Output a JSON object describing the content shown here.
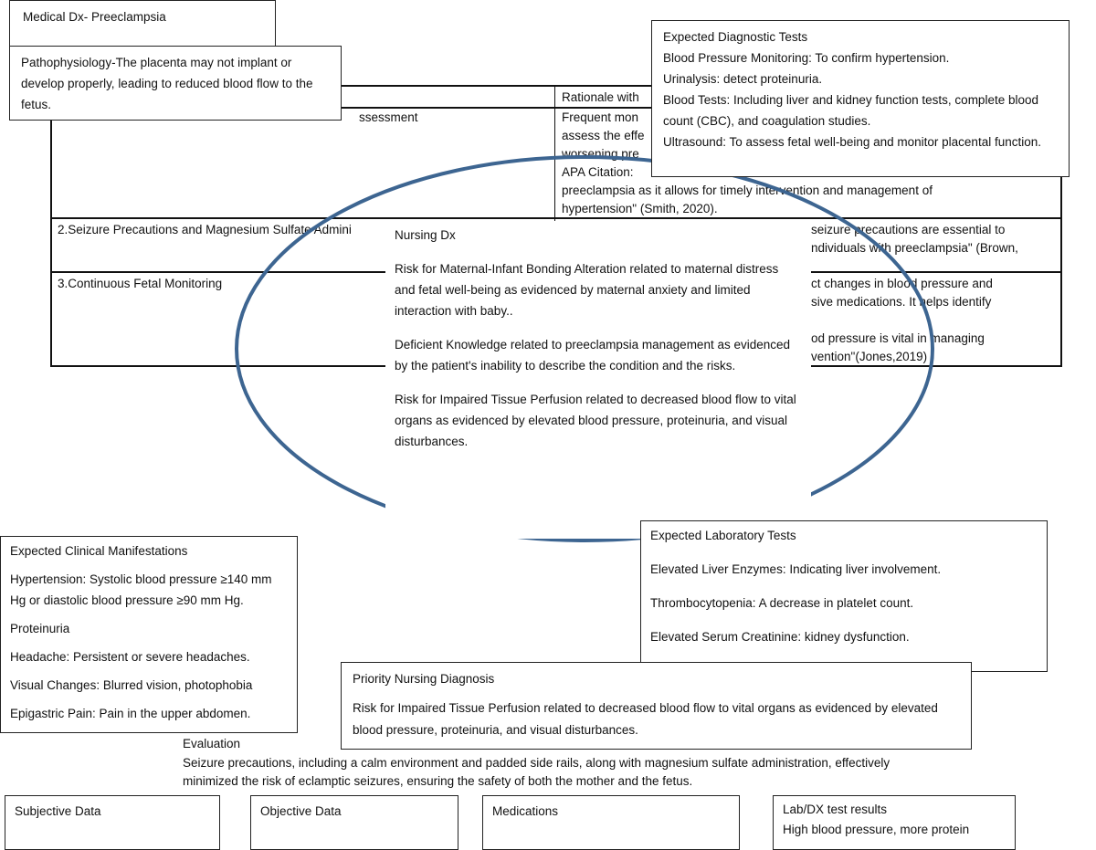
{
  "medical_dx": "Medical Dx- Preeclampsia",
  "pathophysiology": "Pathophysiology-The placenta may not implant or develop properly, leading to reduced blood flow to the fetus.",
  "table": {
    "header_rationale": "Rationale with",
    "row1_left": "ssessment",
    "row1_right": [
      "Frequent mon",
      "assess the effe",
      "worsening pre",
      "APA Citation:",
      "preeclampsia as it allows for timely intervention and management of",
      "hypertension\" (Smith, 2020)."
    ],
    "row2_left": "2.Seizure Precautions and Magnesium Sulfate Admini",
    "row2_right": [
      "seizure precautions are essential to",
      "ndividuals with preeclampsia\" (Brown,"
    ],
    "row3_left": "3.Continuous Fetal Monitoring",
    "row3_right": [
      "ct changes in blood pressure and",
      "sive medications. It helps identify",
      "",
      "od pressure is vital in managing",
      "vention\"(Jones,2019)"
    ]
  },
  "diagnostic": {
    "title": "Expected Diagnostic Tests",
    "items": [
      "Blood Pressure Monitoring: To confirm hypertension.",
      "Urinalysis: detect proteinuria.",
      "Blood Tests: Including liver and kidney function tests, complete blood count (CBC), and coagulation studies.",
      "Ultrasound: To assess fetal well-being and monitor placental function."
    ]
  },
  "nursing_dx": {
    "title": "Nursing Dx",
    "items": [
      "Risk for Maternal-Infant Bonding Alteration related to maternal distress and fetal well-being as evidenced by maternal anxiety and limited interaction with baby..",
      "Deficient Knowledge related to preeclampsia management as evidenced by the patient's inability to describe the condition and the risks.",
      "Risk for Impaired Tissue Perfusion related to decreased blood flow to vital organs as evidenced by elevated blood pressure, proteinuria, and visual disturbances."
    ]
  },
  "lab": {
    "title": "Expected Laboratory Tests",
    "items": [
      "Elevated Liver Enzymes: Indicating liver involvement.",
      "Thrombocytopenia: A decrease in platelet count.",
      "Elevated Serum Creatinine:  kidney dysfunction."
    ]
  },
  "clinical": {
    "title": "Expected Clinical Manifestations",
    "items": [
      "Hypertension: Systolic blood pressure ≥140 mm Hg or diastolic blood pressure ≥90 mm Hg.",
      "Proteinuria",
      "Headache: Persistent or severe headaches.",
      "Visual Changes: Blurred vision, photophobia",
      "Epigastric Pain: Pain in the upper abdomen."
    ]
  },
  "priority": {
    "title": "Priority Nursing Diagnosis",
    "text": " Risk for Impaired Tissue Perfusion related to decreased blood flow to vital organs as evidenced by elevated blood pressure, proteinuria, and visual disturbances."
  },
  "evaluation": {
    "title": "Evaluation",
    "text": "Seizure precautions, including a calm environment and padded side rails, along with magnesium sulfate administration, effectively minimized the risk of eclamptic seizures, ensuring the safety of both the mother and the fetus."
  },
  "subjective": "Subjective Data",
  "objective": "Objective Data",
  "medications": "Medications",
  "labdx": {
    "title": "Lab/DX test results",
    "text": "High blood pressure, more protein"
  },
  "colors": {
    "ellipse": "#3d6591"
  }
}
